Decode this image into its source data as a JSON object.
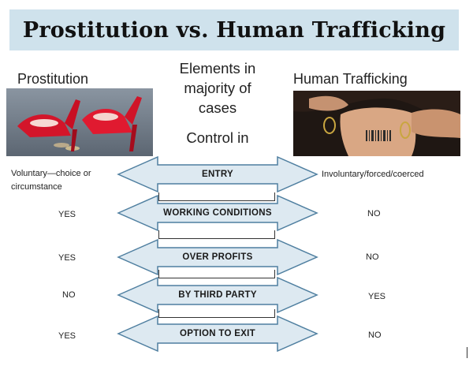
{
  "slide": {
    "title": "Prostitution vs. Human Trafficking",
    "left_heading": "Prostitution",
    "right_heading": "Human Trafficking",
    "middle_heading_lines": [
      "Elements in",
      "majority of",
      "cases"
    ],
    "control_label": "Control in"
  },
  "rows": [
    {
      "label": "ENTRY",
      "left": [
        "Voluntary—choice or",
        "circumstance"
      ],
      "right": "Involuntary/forced/coerced"
    },
    {
      "label": "WORKING CONDITIONS",
      "left": "YES",
      "right": "NO"
    },
    {
      "label": "OVER PROFITS",
      "left": "YES",
      "right": "NO"
    },
    {
      "label": "BY THIRD PARTY",
      "left": "NO",
      "right": "YES"
    },
    {
      "label": "OPTION TO EXIT",
      "left": "YES",
      "right": "NO"
    }
  ],
  "images": {
    "left_photo": "red-high-heels-and-coins-photo",
    "right_photo": "barcode-tattoo-on-neck-photo"
  },
  "colors": {
    "title_bar": "#cfe2ec",
    "arrow_fill": "#dde9f1",
    "arrow_stroke": "#4f7fa0"
  }
}
